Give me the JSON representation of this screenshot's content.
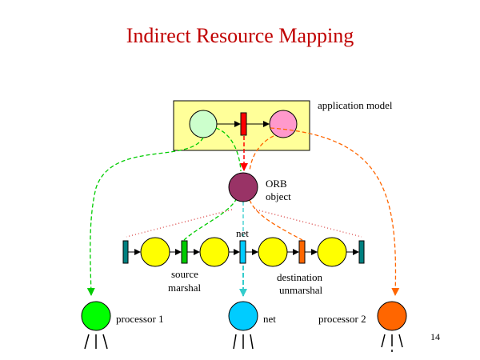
{
  "slide": {
    "title": "Indirect Resource Mapping",
    "page_number": "14"
  },
  "labels": {
    "application_model": "application model",
    "orb_line1": "ORB",
    "orb_line2": "object",
    "net_top": "net",
    "source_line1": "source",
    "source_line2": "marshal",
    "destination_line1": "destination",
    "destination_line2": "unmarshal",
    "processor1": "processor 1",
    "net_bottom": "net",
    "processor2": "processor 2"
  },
  "colors": {
    "title": "#c00000",
    "app_model_box": "#ffff99",
    "app_circle_left": "#ccffcc",
    "app_circle_right": "#ff99cc",
    "app_bar": "#ff0000",
    "orb_object": "#993366",
    "pipeline_circle": "#ffff00",
    "pipeline_bar_end": "#008080",
    "pipeline_bar_source": "#00cc00",
    "pipeline_bar_net": "#00ccff",
    "pipeline_bar_destination": "#ff6600",
    "processor1": "#00ff00",
    "net_node": "#00ccff",
    "processor2": "#ff6600",
    "path_green": "#00cc00",
    "path_cyan": "#33cccc",
    "path_orange": "#ff6600",
    "path_red": "#ff0000",
    "fan_dotted": "#cc0000"
  }
}
